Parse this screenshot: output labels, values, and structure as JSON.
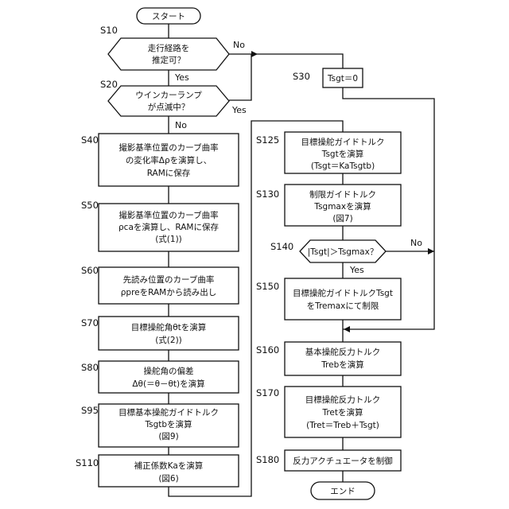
{
  "flowchart": {
    "start": "スタート",
    "end": "エンド",
    "steps": {
      "s10": {
        "id": "S10",
        "lines": [
          "走行経路を",
          "推定可？"
        ],
        "yes": "Yes",
        "no": "No"
      },
      "s20": {
        "id": "S20",
        "lines": [
          "ウインカーランプ",
          "が点滅中？"
        ],
        "yes": "Yes",
        "no": "No"
      },
      "s30": {
        "id": "S30",
        "lines": [
          "Tsgt＝0"
        ]
      },
      "s40": {
        "id": "S40",
        "lines": [
          "撮影基準位置のカーブ曲率",
          "の変化率Δρを演算し、",
          "RAMに保存"
        ]
      },
      "s50": {
        "id": "S50",
        "lines": [
          "撮影基準位置のカーブ曲率",
          "ρcaを演算し、RAMに保存",
          "(式(1))"
        ]
      },
      "s60": {
        "id": "S60",
        "lines": [
          "先読み位置のカーブ曲率",
          "ρpreをRAMから読み出し"
        ]
      },
      "s70": {
        "id": "S70",
        "lines": [
          "目標操舵角θtを演算",
          "(式(2))"
        ]
      },
      "s80": {
        "id": "S80",
        "lines": [
          "操舵角の偏差",
          "Δθ(＝θ－θt)を演算"
        ]
      },
      "s95": {
        "id": "S95",
        "lines": [
          "目標基本操舵ガイドトルク",
          "Tsgtbを演算",
          "(図9)"
        ]
      },
      "s110": {
        "id": "S110",
        "lines": [
          "補正係数Kaを演算",
          "(図6)"
        ]
      },
      "s125": {
        "id": "S125",
        "lines": [
          "目標操舵ガイドトルク",
          "Tsgtを演算",
          "(Tsgt＝KaTsgtb)"
        ]
      },
      "s130": {
        "id": "S130",
        "lines": [
          "制限ガイドトルク",
          "Tsgmaxを演算",
          "(図7)"
        ]
      },
      "s140": {
        "id": "S140",
        "lines": [
          "|Tsgt|＞Tsgmax？"
        ],
        "yes": "Yes",
        "no": "No"
      },
      "s150": {
        "id": "S150",
        "lines": [
          "目標操舵ガイドトルクTsgt",
          "をTremaxにて制限"
        ]
      },
      "s160": {
        "id": "S160",
        "lines": [
          "基本操舵反力トルク",
          "Trebを演算"
        ]
      },
      "s170": {
        "id": "S170",
        "lines": [
          "目標操舵反力トルク",
          "Tretを演算",
          "(Tret＝Treb＋Tsgt)"
        ]
      },
      "s180": {
        "id": "S180",
        "lines": [
          "反力アクチュエータを制御"
        ]
      }
    }
  }
}
